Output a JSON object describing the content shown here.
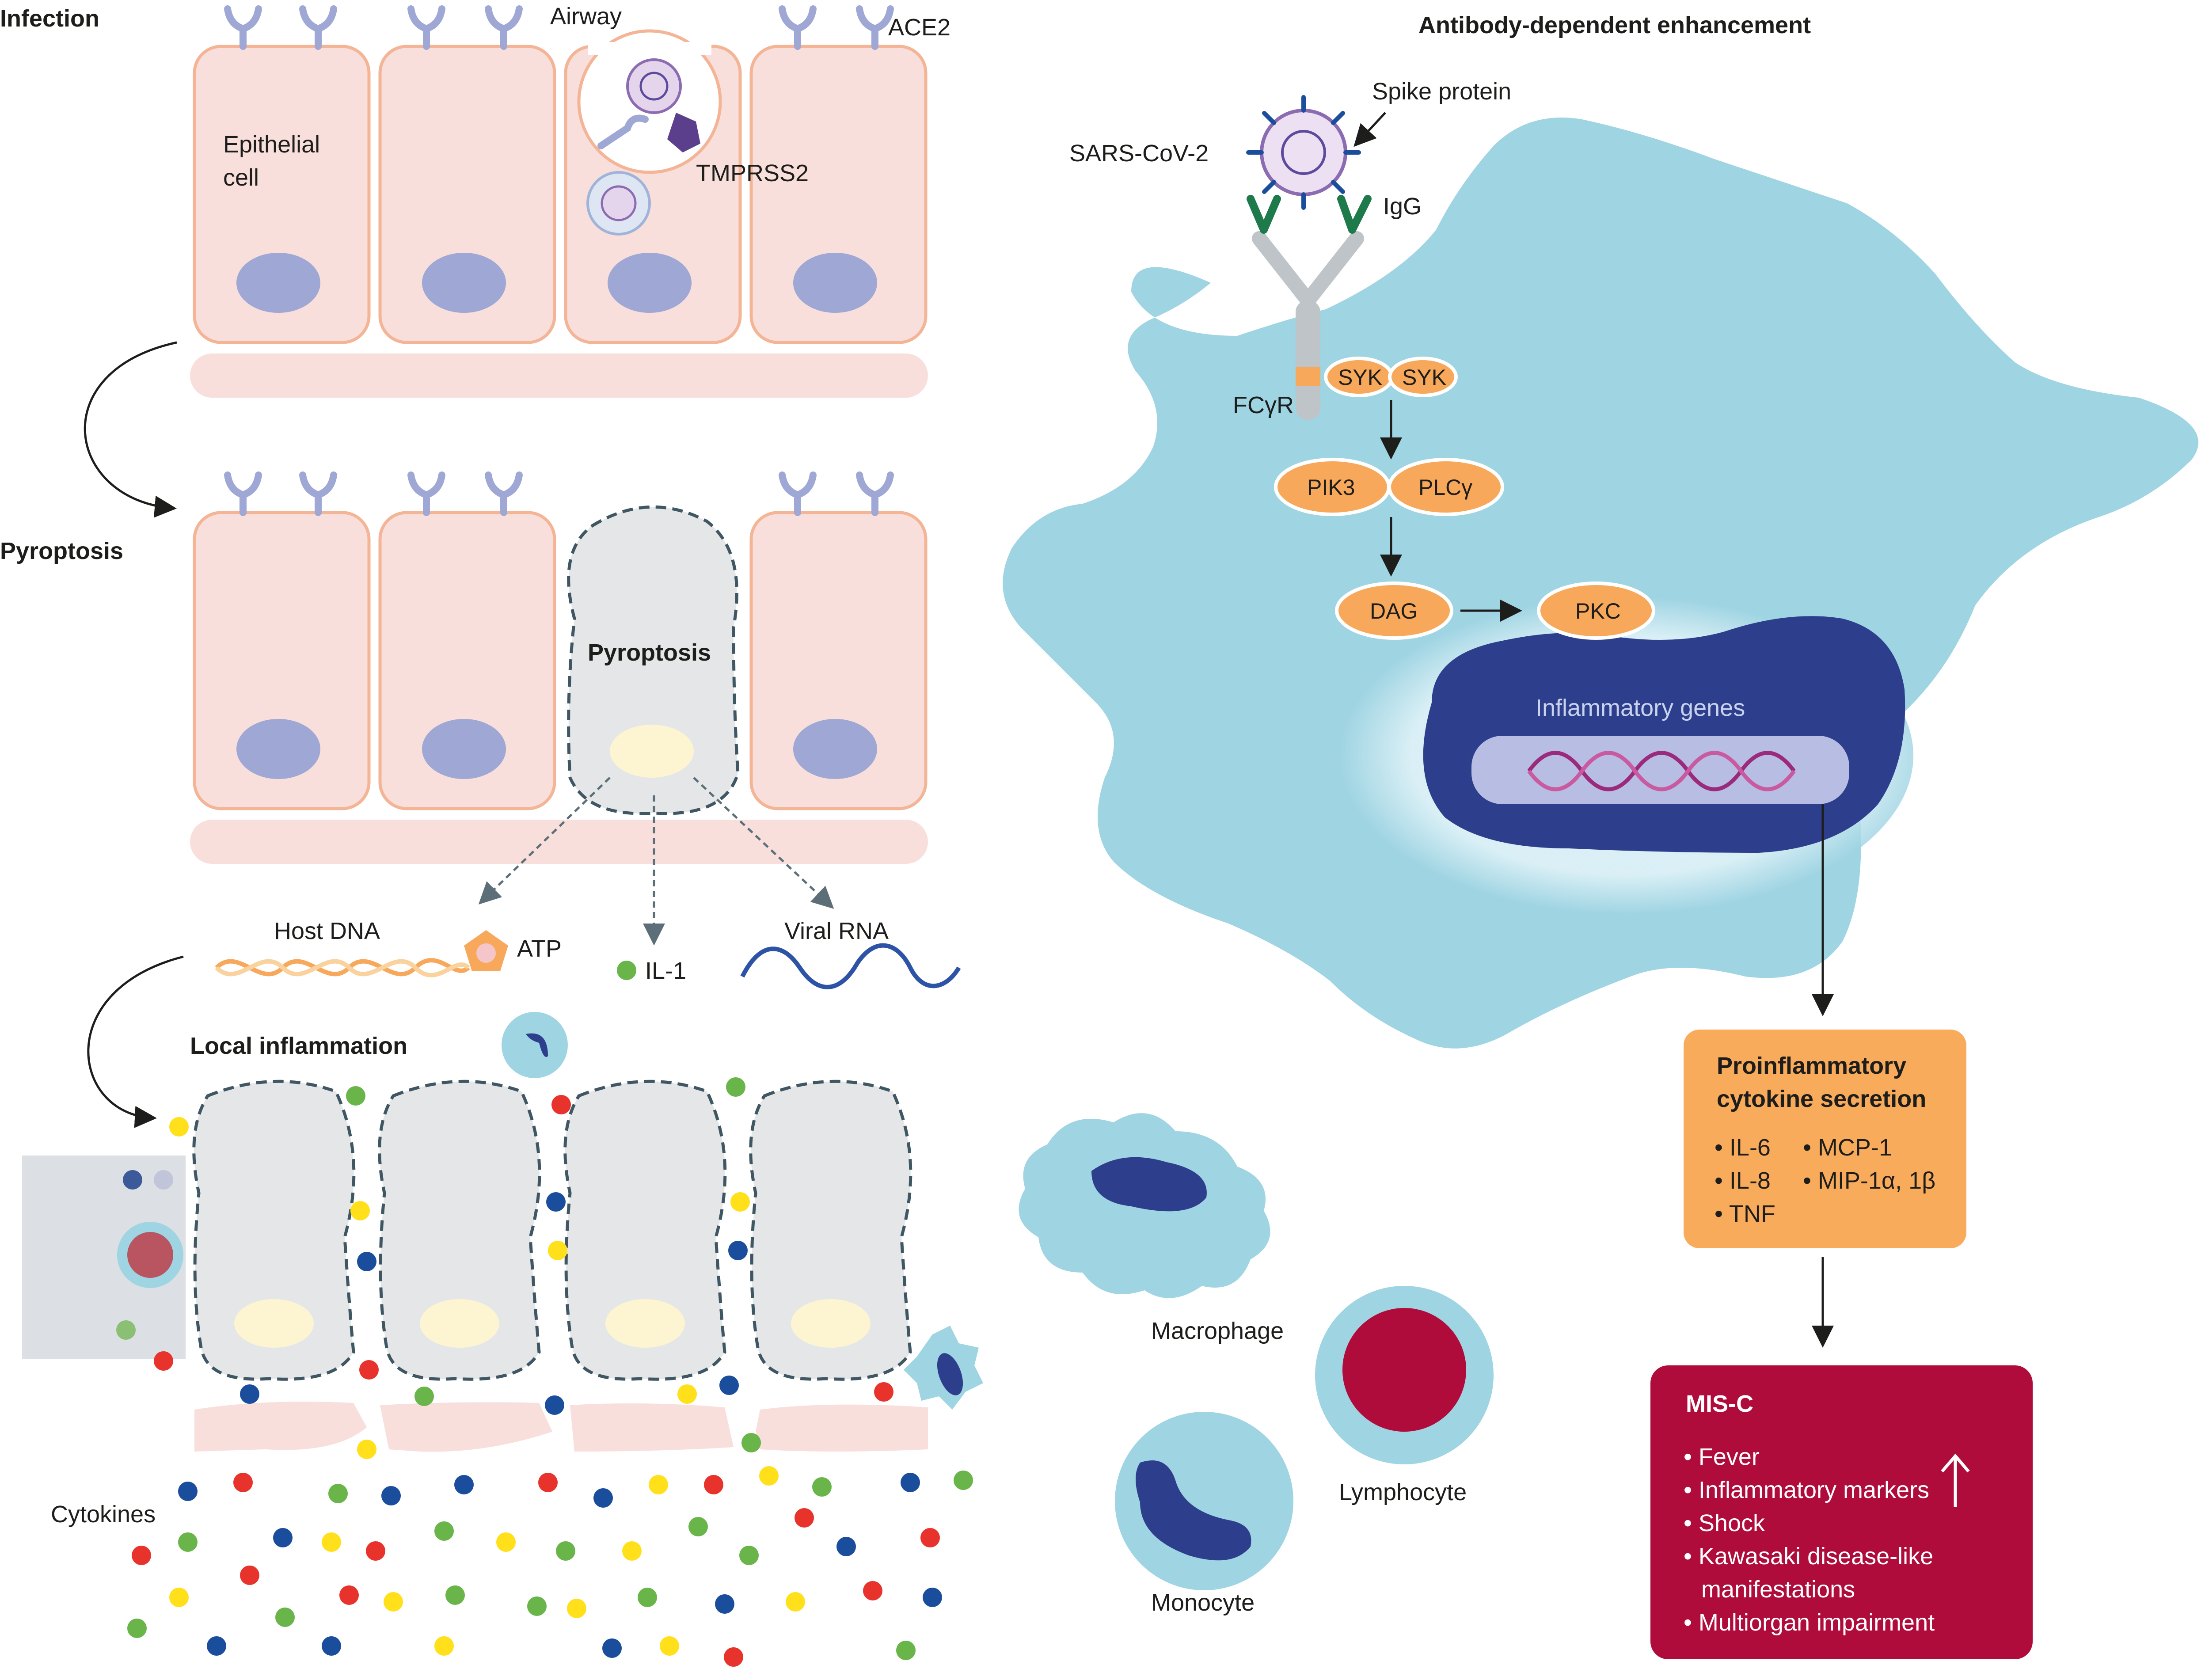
{
  "labels": {
    "infection": "Infection",
    "airway": "Airway",
    "ace2": "ACE2",
    "epithelial_cell_1": "Epithelial",
    "epithelial_cell_2": "cell",
    "tmprss2": "TMPRSS2",
    "pyroptosis_side": "Pyroptosis",
    "pyroptosis_cell": "Pyroptosis",
    "host_dna": "Host DNA",
    "atp": "ATP",
    "il1": "IL-1",
    "viral_rna": "Viral RNA",
    "local_inflammation": "Local inflammation",
    "cytokines": "Cytokines",
    "macrophage": "Macrophage",
    "lymphocyte": "Lymphocyte",
    "monocyte": "Monocyte",
    "ade_title": "Antibody-dependent enhancement",
    "sars_cov2": "SARS-CoV-2",
    "spike_protein": "Spike protein",
    "igg": "IgG",
    "fcgr": "FCγR",
    "syk1": "SYK",
    "syk2": "SYK",
    "pik3": "PIK3",
    "plcg": "PLCγ",
    "dag": "DAG",
    "pkc": "PKC",
    "inflammatory_genes": "Inflammatory genes"
  },
  "cytokine_box": {
    "title_1": "Proinflammatory",
    "title_2": "cytokine secretion",
    "items": [
      "• IL-6",
      "• IL-8",
      "• TNF",
      "• MCP-1",
      "• MIP-1α, 1β"
    ]
  },
  "misc_box": {
    "title": "MIS-C",
    "items": [
      "• Fever",
      "• Inflammatory markers",
      "• Shock",
      "• Kawasaki disease-like",
      "manifestations",
      "• Multiorgan impairment"
    ]
  },
  "colors": {
    "cell_fill": "#f8dfdc",
    "cell_stroke": "#f3b596",
    "nucleus": "#9fa7d4",
    "macrophage": "#9fd4e3",
    "dark_nucleus": "#2d3f8c",
    "enzyme": "#f8a85a",
    "orange_box": "#f9ab5c",
    "misc_box": "#b00c3b",
    "cytokine_red": "#e8322c",
    "cytokine_green": "#6ab54a",
    "cytokine_yellow": "#ffe01b",
    "cytokine_blue": "#1a4d9c"
  }
}
